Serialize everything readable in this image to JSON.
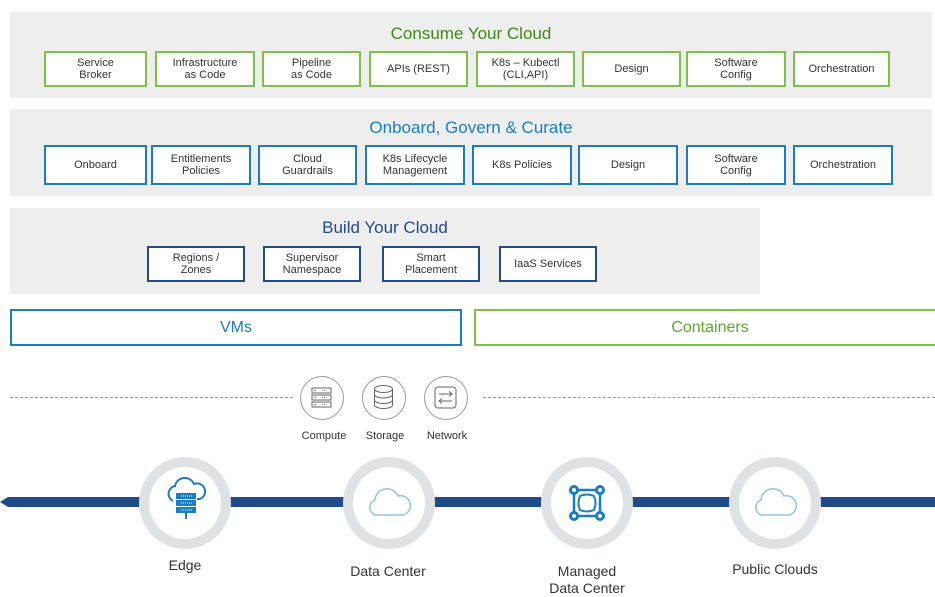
{
  "consume": {
    "title": "Consume Your Cloud",
    "title_color": "#3f8a12",
    "items": [
      "Service\nBroker",
      "Infrastructure\nas Code",
      "Pipeline\nas Code",
      "APIs (REST)",
      "K8s – Kubectl\n(CLI,API)",
      "Design",
      "Software\nConfig",
      "Orchestration"
    ]
  },
  "govern": {
    "title": "Onboard, Govern & Curate",
    "title_color": "#1a7dc4",
    "items": [
      "Onboard",
      "Entitlements\nPolicies",
      "Cloud\nGuardrails",
      "K8s Lifecycle\nManagement",
      "K8s Policies",
      "Design",
      "Software\nConfig",
      "Orchestration"
    ]
  },
  "build": {
    "title": "Build Your Cloud",
    "title_color": "#1f4b8a",
    "items": [
      "Regions /\nZones",
      "Supervisor\nNamespace",
      "Smart\nPlacement",
      "IaaS Services"
    ]
  },
  "runtimes": {
    "vms": "VMs",
    "vms_color": "#1a7dc4",
    "containers": "Containers",
    "containers_color": "#7dc242"
  },
  "resources": [
    {
      "label": "Compute",
      "icon": "compute-server-icon"
    },
    {
      "label": "Storage",
      "icon": "storage-database-icon"
    },
    {
      "label": "Network",
      "icon": "network-arrows-icon"
    }
  ],
  "locations": [
    {
      "label": "Edge",
      "icon": "edge-cloud-server-icon"
    },
    {
      "label": "Data Center",
      "icon": "cloud-icon"
    },
    {
      "label": "Managed\nData Center",
      "icon": "managed-network-icon"
    },
    {
      "label": "Public Clouds",
      "icon": "cloud-icon"
    }
  ],
  "accent": {
    "timeline": "#1f4b8a",
    "icon_blue": "#1a7dc4"
  }
}
